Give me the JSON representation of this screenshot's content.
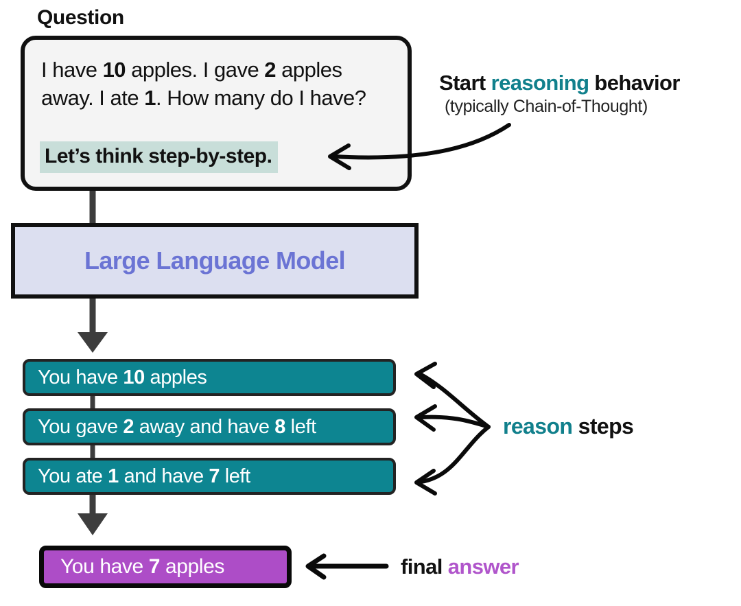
{
  "diagram": {
    "title_label": "Question",
    "question": {
      "line1_a": "I have ",
      "line1_b": "10",
      "line1_c": " apples. I gave ",
      "line1_d": "2",
      "line1_e": " apples",
      "line2_a": "away. I ate ",
      "line2_b": "1",
      "line2_c": ". How many do I have?",
      "prompt_highlight": "Let’s think step-by-step."
    },
    "reasoning_annotation": {
      "line1_prefix": "Start ",
      "line1_accent": "reasoning",
      "line1_suffix": " behavior",
      "line2": "(typically Chain-of-Thought)"
    },
    "model": {
      "label": "Large Language Model"
    },
    "steps": [
      {
        "a": "You have ",
        "b": "10",
        "c": " apples",
        "d": "",
        "e": ""
      },
      {
        "a": "You gave ",
        "b": "2",
        "c": " away and have ",
        "d": "8",
        "e": " left"
      },
      {
        "a": "You ate ",
        "b": "1",
        "c": " and have ",
        "d": "7",
        "e": " left"
      }
    ],
    "steps_annotation": {
      "accent": "reason",
      "suffix": " steps"
    },
    "answer": {
      "a": "You have ",
      "b": "7",
      "c": " apples"
    },
    "answer_annotation": {
      "prefix": "final ",
      "accent": "answer"
    },
    "colors": {
      "teal": "#0d8591",
      "teal_text": "#11808c",
      "purple": "#ad4dc7",
      "purple_text": "#b055cb",
      "lavender_fill": "#dcdff0",
      "lavender_text": "#6b74d4",
      "highlight": "#c8ded9",
      "card_fill": "#f4f4f4",
      "outline": "#111111",
      "connector": "#3d3d3d",
      "background": "#ffffff"
    }
  }
}
